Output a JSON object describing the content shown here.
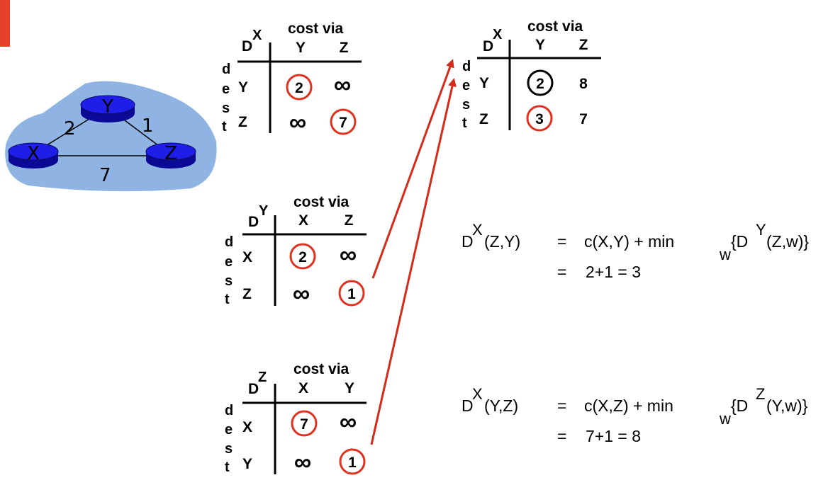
{
  "network": {
    "nodes": [
      "Y",
      "X",
      "Z"
    ],
    "edge_costs": {
      "X_Y": "2",
      "Y_Z": "1",
      "X_Z": "7"
    }
  },
  "symbols": {
    "infinity": "∞"
  },
  "tables": {
    "x_initial": {
      "owner": "D",
      "owner_sup": "X",
      "header": "cost via",
      "dest_label": [
        "d",
        "e",
        "s",
        "t"
      ],
      "columns": [
        "Y",
        "Z"
      ],
      "rows": [
        {
          "dest": "Y",
          "cells": [
            "2",
            "∞"
          ]
        },
        {
          "dest": "Z",
          "cells": [
            "∞",
            "7"
          ]
        }
      ]
    },
    "y_table": {
      "owner": "D",
      "owner_sup": "Y",
      "header": "cost via",
      "dest_label": [
        "d",
        "e",
        "s",
        "t"
      ],
      "columns": [
        "X",
        "Z"
      ],
      "rows": [
        {
          "dest": "X",
          "cells": [
            "2",
            "∞"
          ]
        },
        {
          "dest": "Z",
          "cells": [
            "∞",
            "1"
          ]
        }
      ]
    },
    "z_table": {
      "owner": "D",
      "owner_sup": "Z",
      "header": "cost via",
      "dest_label": [
        "d",
        "e",
        "s",
        "t"
      ],
      "columns": [
        "X",
        "Y"
      ],
      "rows": [
        {
          "dest": "X",
          "cells": [
            "7",
            "∞"
          ]
        },
        {
          "dest": "Y",
          "cells": [
            "∞",
            "1"
          ]
        }
      ]
    },
    "x_updated": {
      "owner": "D",
      "owner_sup": "X",
      "header": "cost via",
      "dest_label": [
        "d",
        "e",
        "s",
        "t"
      ],
      "columns": [
        "Y",
        "Z"
      ],
      "rows": [
        {
          "dest": "Y",
          "cells": [
            "2",
            "8"
          ]
        },
        {
          "dest": "Z",
          "cells": [
            "3",
            "7"
          ]
        }
      ]
    }
  },
  "equations": {
    "eq1": {
      "lhs_base": "D",
      "lhs_sup": "X",
      "lhs_args": "(Z,Y)",
      "equals": "=",
      "rhs_part1": "c(X,Y) + min",
      "rhs_sub": "w",
      "rhs_part2": "{D",
      "rhs_sup": "Y",
      "rhs_part3": "(Z,w)}",
      "line2": "2+1 = 3"
    },
    "eq2": {
      "lhs_base": "D",
      "lhs_sup": "X",
      "lhs_args": "(Y,Z)",
      "equals": "=",
      "rhs_part1": "c(X,Z) + min",
      "rhs_sub": "w",
      "rhs_part2": "{D",
      "rhs_sup": "Z",
      "rhs_part3": "(Y,w)}",
      "line2": "7+1 = 8"
    }
  },
  "colors": {
    "cloud": "#8FB4E3",
    "router_top": "#1E1EE8",
    "router_side": "#0A0A96",
    "highlight": "#E0301E",
    "arrow": "#D42A1A",
    "accent_bar": "#E8412A"
  }
}
